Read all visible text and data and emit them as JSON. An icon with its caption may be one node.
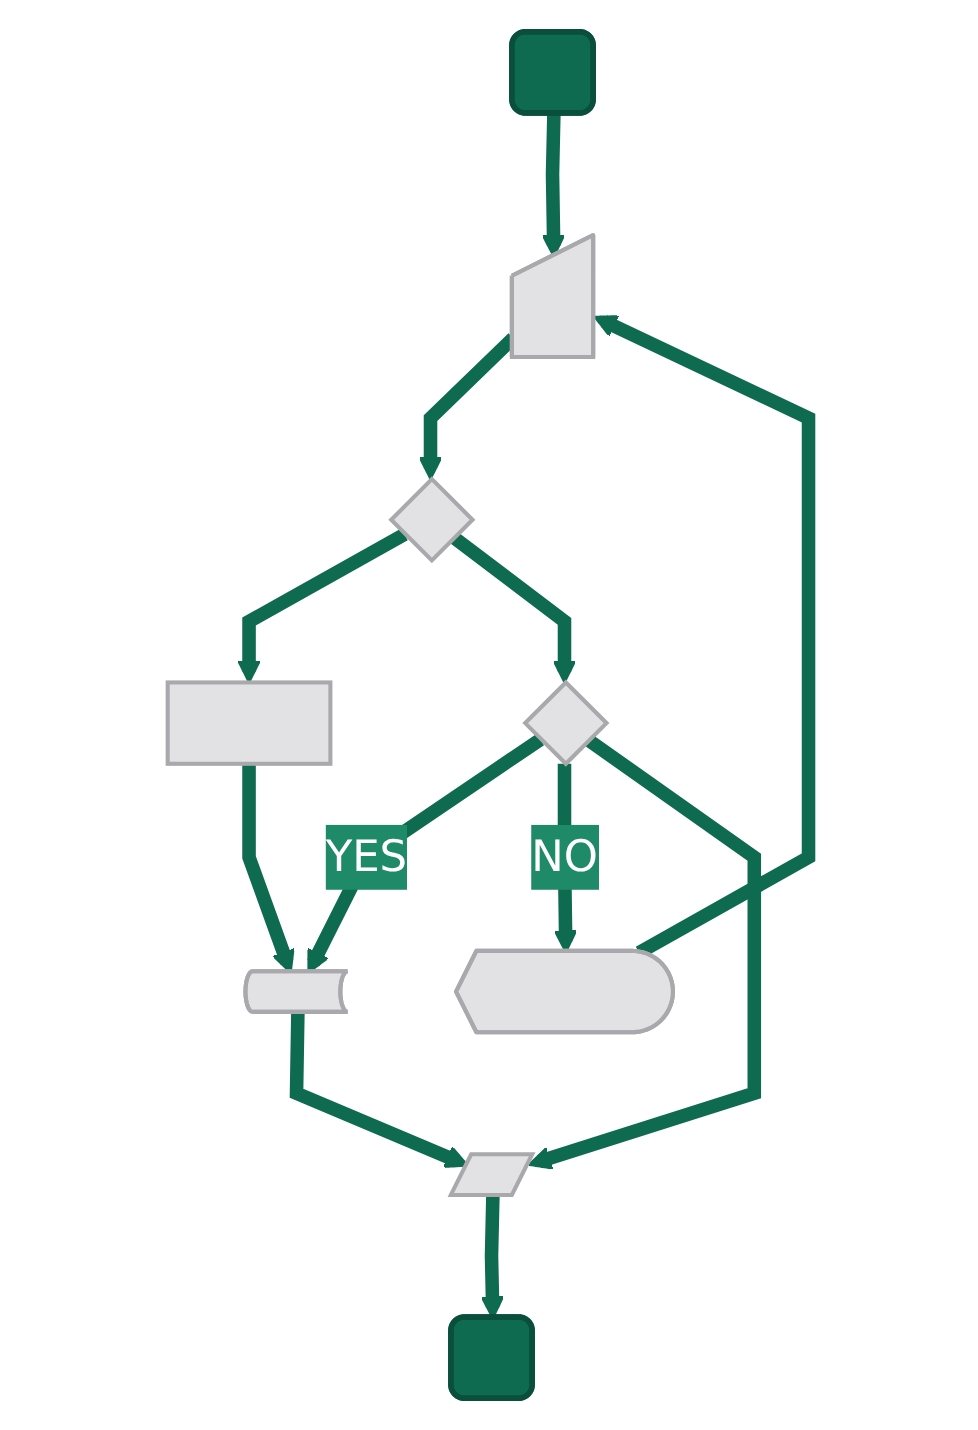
{
  "diagram": {
    "nodes": [
      {
        "text": [],
        "shape": "terminal"
      },
      {
        "text": [],
        "shape": "trapezoid"
      },
      {
        "text": [],
        "shape": "diamond"
      },
      {
        "text": [],
        "shape": "box"
      },
      {
        "text": [],
        "shape": "diamond"
      },
      {
        "text": [],
        "shape": "cylinder"
      },
      {
        "text": [],
        "shape": "display"
      },
      {
        "text": [],
        "shape": "parallelogram"
      },
      {
        "text": [],
        "shape": "terminal"
      }
    ],
    "edges": [
      {
        "from": 0,
        "to": 1,
        "arrow": "to"
      },
      {
        "from": 6,
        "to": 1,
        "arrow": "to"
      },
      {
        "from": 1,
        "to": 2,
        "arrow": "to"
      },
      {
        "from": 2,
        "to": 3,
        "arrow": "to"
      },
      {
        "from": 2,
        "to": 4,
        "arrow": "to"
      },
      {
        "from": 3,
        "to": 5,
        "arrow": "to"
      },
      {
        "from": 4,
        "to": 5,
        "label": "YES",
        "arrow": "to"
      },
      {
        "from": 4,
        "to": 6,
        "label": "NO",
        "arrow": "to"
      },
      {
        "from": 4,
        "to": 7,
        "arrow": "to"
      },
      {
        "from": 5,
        "to": 7,
        "arrow": "to"
      },
      {
        "from": 7,
        "to": 8,
        "arrow": "to"
      }
    ]
  }
}
